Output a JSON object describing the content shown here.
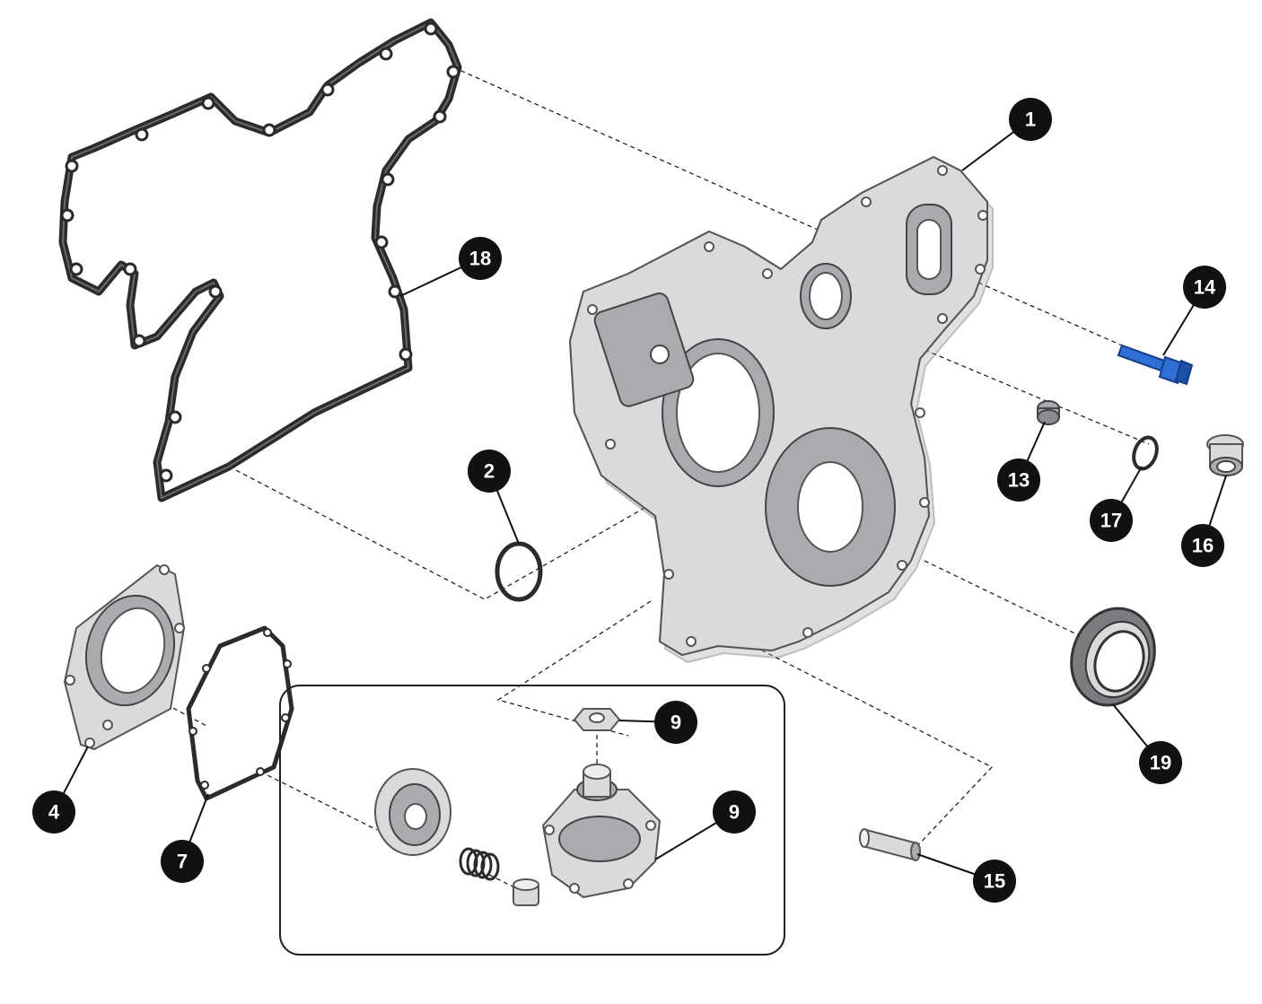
{
  "callouts": [
    {
      "id": "part-1",
      "label": "1"
    },
    {
      "id": "part-2",
      "label": "2"
    },
    {
      "id": "part-4",
      "label": "4"
    },
    {
      "id": "part-7",
      "label": "7"
    },
    {
      "id": "part-9-nut",
      "label": "9"
    },
    {
      "id": "part-9-pump",
      "label": "9"
    },
    {
      "id": "part-13",
      "label": "13"
    },
    {
      "id": "part-14",
      "label": "14"
    },
    {
      "id": "part-15",
      "label": "15"
    },
    {
      "id": "part-16",
      "label": "16"
    },
    {
      "id": "part-17",
      "label": "17"
    },
    {
      "id": "part-18",
      "label": "18"
    },
    {
      "id": "part-19",
      "label": "19"
    }
  ],
  "colors": {
    "callout_fill": "#111111",
    "callout_text": "#ffffff",
    "bolt_accent": "#2f6fd6",
    "gasket": "#2b2b2b",
    "casting": "#d9dadc"
  }
}
